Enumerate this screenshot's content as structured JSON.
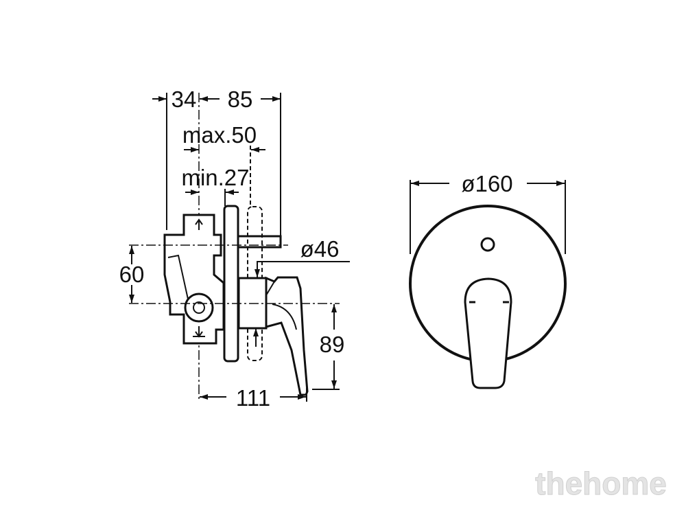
{
  "side_view": {
    "dim_depth_left": "34",
    "dim_depth_right": "85",
    "dim_max": "max.50",
    "dim_min": "min.27",
    "dim_vertical_axis": "60",
    "dim_diameter_handle": "ø46",
    "dim_handle_height": "89",
    "dim_handle_projection": "111"
  },
  "front_view": {
    "dim_plate_diameter": "ø160"
  },
  "watermark": "thehome"
}
